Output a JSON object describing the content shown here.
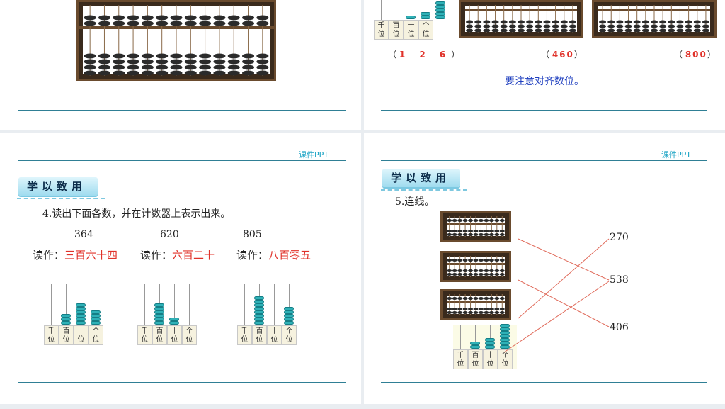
{
  "slide1": {},
  "slide2": {
    "answers": [
      "1 2 6",
      "460",
      "800"
    ],
    "counter_labels": [
      "千位",
      "百位",
      "十位",
      "个位"
    ],
    "note": "要注意对齐数位。"
  },
  "slide3": {
    "brand": "课件PPT",
    "tag": "学以致用",
    "question": "4.读出下面各数，并在计数器上表示出来。",
    "numbers": [
      "364",
      "620",
      "805"
    ],
    "read_label": "读作：",
    "readings": [
      "三百六十四",
      "六百二十",
      "八百零五"
    ],
    "counter_labels": [
      "千位",
      "百位",
      "十位",
      "个位"
    ]
  },
  "slide4": {
    "brand": "课件PPT",
    "tag": "学以致用",
    "question": "5.连线。",
    "targets": [
      "270",
      "538",
      "406"
    ],
    "counter_labels": [
      "千位",
      "百位",
      "十位",
      "个位"
    ]
  },
  "colors": {
    "accent": "#1aa3c4",
    "answer_red": "#e0322a",
    "note_blue": "#1f3fbf",
    "bead": "#2fb1b7",
    "line": "#e06a5a"
  }
}
